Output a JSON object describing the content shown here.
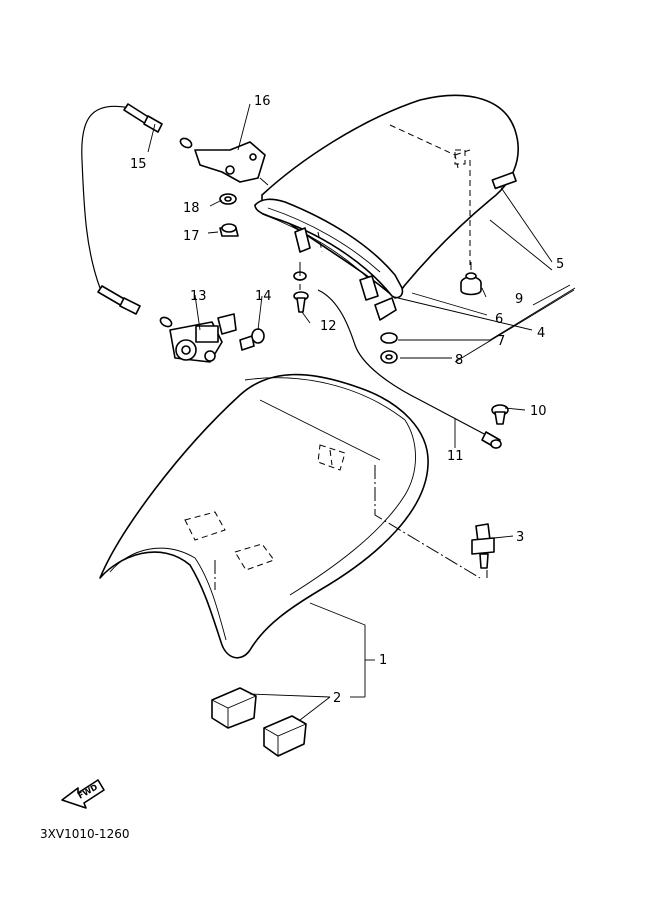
{
  "diagram": {
    "callouts": {
      "c1": "1",
      "c2": "2",
      "c3": "3",
      "c4": "4",
      "c5": "5",
      "c6": "6",
      "c7": "7",
      "c8": "8",
      "c9": "9",
      "c10": "10",
      "c11": "11",
      "c12": "12",
      "c13": "13",
      "c14": "14",
      "c15": "15",
      "c16": "16",
      "c17": "17",
      "c18": "18"
    },
    "fwd_label": "FWD",
    "drawing_code": "3XV1010-1260"
  }
}
